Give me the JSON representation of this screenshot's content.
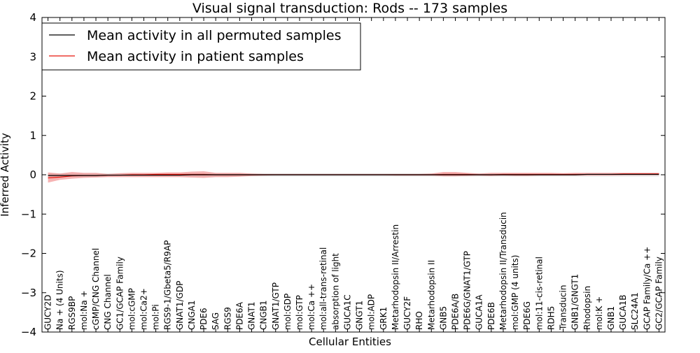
{
  "chart_data": {
    "type": "line",
    "title": "Visual signal transduction: Rods -- 173 samples",
    "xlabel": "Cellular Entities",
    "ylabel": "Inferred Activity",
    "ylim": [
      -4,
      4
    ],
    "yticks": [
      4,
      3,
      2,
      1,
      0,
      -1,
      -2,
      -3,
      -4
    ],
    "ytick_labels": [
      "4",
      "3",
      "2",
      "1",
      "0",
      "−1",
      "−2",
      "−3",
      "−4"
    ],
    "grid": false,
    "legend_position": "top-left",
    "categories": [
      "GUCY2D",
      "Na + (4 Units)",
      "RGS9BP",
      "mol:Na +",
      "cGMP/CNG Channel",
      "CNG Channel",
      "GC1/GCAP Family",
      "mol:cGMP",
      "mol:Ca2+",
      "mol:Pi",
      "RGS9-1/Gbeta5/R9AP",
      "GNAT1/GDP",
      "CNGA1",
      "PDE6",
      "SAG",
      "RGS9",
      "PDE6A",
      "GNAT1",
      "CNGB1",
      "GNAT1/GTP",
      "mol:GDP",
      "mol:GTP",
      "mol:Ca ++",
      "mol:all-trans-retinal",
      "absorption of light",
      "GUCA1C",
      "GNGT1",
      "mol:ADP",
      "GRK1",
      "Metarhodopsin II/Arrestin",
      "GUCY2F",
      "RHO",
      "Metarhodopsin II",
      "GNB5",
      "PDE6A/B",
      "PDE6G/GNAT1/GTP",
      "GUCA1A",
      "PDE6B",
      "Metarhodopsin II/Transducin",
      "mol:GMP (4 units)",
      "PDE6G",
      "mol:11-cis-retinal",
      "RDH5",
      "Transducin",
      "GNB1/GNGT1",
      "Rhodopsin",
      "mol:K +",
      "GNB1",
      "GUCA1B",
      "SLC24A1",
      "GCAP Family/Ca ++",
      "GC2/GCAP Family"
    ],
    "series": [
      {
        "name": "Mean activity in all permuted samples",
        "color": "#000000",
        "values": [
          -0.02,
          -0.02,
          -0.02,
          -0.02,
          -0.02,
          -0.01,
          -0.01,
          -0.01,
          -0.01,
          -0.01,
          -0.01,
          -0.01,
          0.0,
          0.0,
          0.0,
          0.0,
          0.0,
          0.0,
          0.0,
          0.0,
          0.0,
          0.0,
          0.0,
          0.0,
          0.0,
          0.0,
          0.0,
          0.0,
          0.0,
          0.0,
          0.0,
          0.0,
          0.0,
          0.0,
          0.0,
          0.0,
          0.0,
          0.0,
          0.0,
          0.0,
          0.0,
          0.0,
          0.0,
          0.0,
          0.0,
          0.01,
          0.01,
          0.01,
          0.01,
          0.01,
          0.01,
          0.01
        ],
        "band_lower": [
          -0.05,
          -0.05,
          -0.05,
          -0.05,
          -0.05,
          -0.05,
          -0.04,
          -0.04,
          -0.04,
          -0.04,
          -0.04,
          -0.04,
          -0.04,
          -0.04,
          -0.04,
          -0.04,
          -0.04,
          -0.04,
          -0.04,
          -0.04,
          -0.04,
          -0.04,
          -0.04,
          -0.04,
          -0.04,
          -0.04,
          -0.04,
          -0.04,
          -0.04,
          -0.04,
          -0.04,
          -0.04,
          -0.04,
          -0.04,
          -0.04,
          -0.04,
          -0.04,
          -0.04,
          -0.04,
          -0.04,
          -0.04,
          -0.04,
          -0.04,
          -0.04,
          -0.04,
          -0.04,
          -0.04,
          -0.04,
          -0.04,
          -0.04,
          -0.04,
          -0.04
        ],
        "band_upper": [
          0.03,
          0.03,
          0.03,
          0.03,
          0.03,
          0.03,
          0.03,
          0.03,
          0.03,
          0.03,
          0.03,
          0.03,
          0.03,
          0.03,
          0.03,
          0.03,
          0.03,
          0.03,
          0.03,
          0.03,
          0.03,
          0.03,
          0.03,
          0.03,
          0.03,
          0.03,
          0.03,
          0.03,
          0.03,
          0.03,
          0.03,
          0.03,
          0.03,
          0.03,
          0.03,
          0.03,
          0.03,
          0.03,
          0.03,
          0.03,
          0.03,
          0.03,
          0.03,
          0.03,
          0.03,
          0.04,
          0.04,
          0.04,
          0.04,
          0.04,
          0.04,
          0.04
        ],
        "band_color": "#b0b0b0"
      },
      {
        "name": "Mean activity in patient samples",
        "color": "#e8160c",
        "values": [
          -0.08,
          -0.06,
          -0.03,
          -0.02,
          -0.02,
          -0.01,
          -0.01,
          0.0,
          0.0,
          0.01,
          0.01,
          0.01,
          0.01,
          0.01,
          0.0,
          0.0,
          0.0,
          0.0,
          0.0,
          0.0,
          0.0,
          0.0,
          0.0,
          0.0,
          0.0,
          0.0,
          0.0,
          0.0,
          0.0,
          0.0,
          0.0,
          0.0,
          0.0,
          0.01,
          0.01,
          0.01,
          0.0,
          0.0,
          0.01,
          0.01,
          0.01,
          0.01,
          0.01,
          0.01,
          0.01,
          0.01,
          0.01,
          0.01,
          0.02,
          0.02,
          0.02,
          0.02
        ],
        "band_lower": [
          -0.2,
          -0.13,
          -0.1,
          -0.08,
          -0.07,
          -0.06,
          -0.06,
          -0.06,
          -0.06,
          -0.06,
          -0.06,
          -0.06,
          -0.07,
          -0.08,
          -0.06,
          -0.06,
          -0.05,
          -0.03,
          -0.02,
          -0.01,
          -0.01,
          -0.01,
          -0.01,
          -0.01,
          -0.01,
          -0.01,
          -0.01,
          -0.01,
          -0.01,
          -0.02,
          -0.02,
          -0.02,
          -0.02,
          -0.04,
          -0.04,
          -0.03,
          -0.02,
          -0.03,
          -0.02,
          -0.03,
          -0.03,
          -0.02,
          -0.02,
          -0.02,
          -0.02,
          -0.02,
          -0.02,
          -0.02,
          -0.01,
          -0.01,
          -0.01,
          -0.01
        ],
        "band_upper": [
          0.06,
          0.03,
          0.07,
          0.05,
          0.05,
          0.02,
          0.04,
          0.05,
          0.05,
          0.05,
          0.06,
          0.06,
          0.08,
          0.09,
          0.05,
          0.05,
          0.05,
          0.03,
          0.02,
          0.02,
          0.02,
          0.02,
          0.02,
          0.02,
          0.02,
          0.02,
          0.02,
          0.02,
          0.02,
          0.02,
          0.02,
          0.02,
          0.03,
          0.07,
          0.07,
          0.05,
          0.03,
          0.05,
          0.05,
          0.05,
          0.05,
          0.05,
          0.05,
          0.04,
          0.05,
          0.05,
          0.05,
          0.05,
          0.05,
          0.05,
          0.05,
          0.05
        ],
        "band_color": "#f08080"
      }
    ]
  }
}
